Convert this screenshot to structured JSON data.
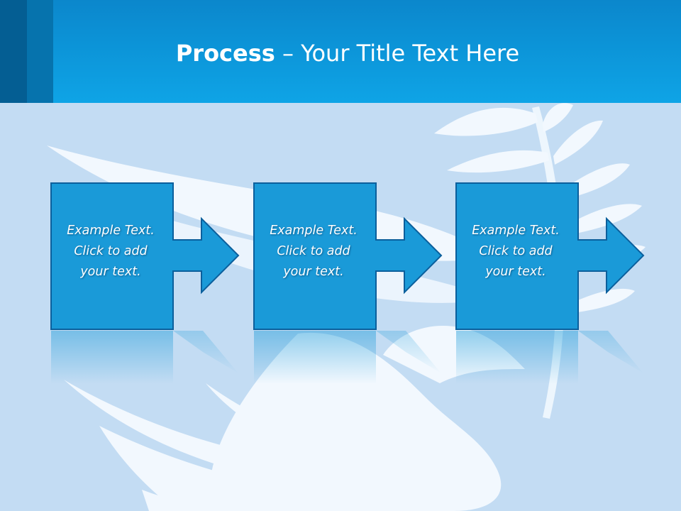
{
  "slide": {
    "title_bold": "Process",
    "title_rest": " – Your Title Text Here"
  },
  "steps": [
    {
      "lines": [
        "Example Text.",
        "Click  to add",
        "your text."
      ]
    },
    {
      "lines": [
        "Example Text.",
        "Click  to add",
        "your text."
      ]
    },
    {
      "lines": [
        "Example Text.",
        "Click  to add",
        "your text."
      ]
    }
  ],
  "colors": {
    "header": "#0ea4e6",
    "background": "#c3dcf3",
    "box_fill": "#1a9ad8",
    "box_border": "#0b5f9c",
    "dove": "#f2f8fe"
  },
  "icons": {
    "background_art": "dove-with-olive-branch-icon"
  }
}
